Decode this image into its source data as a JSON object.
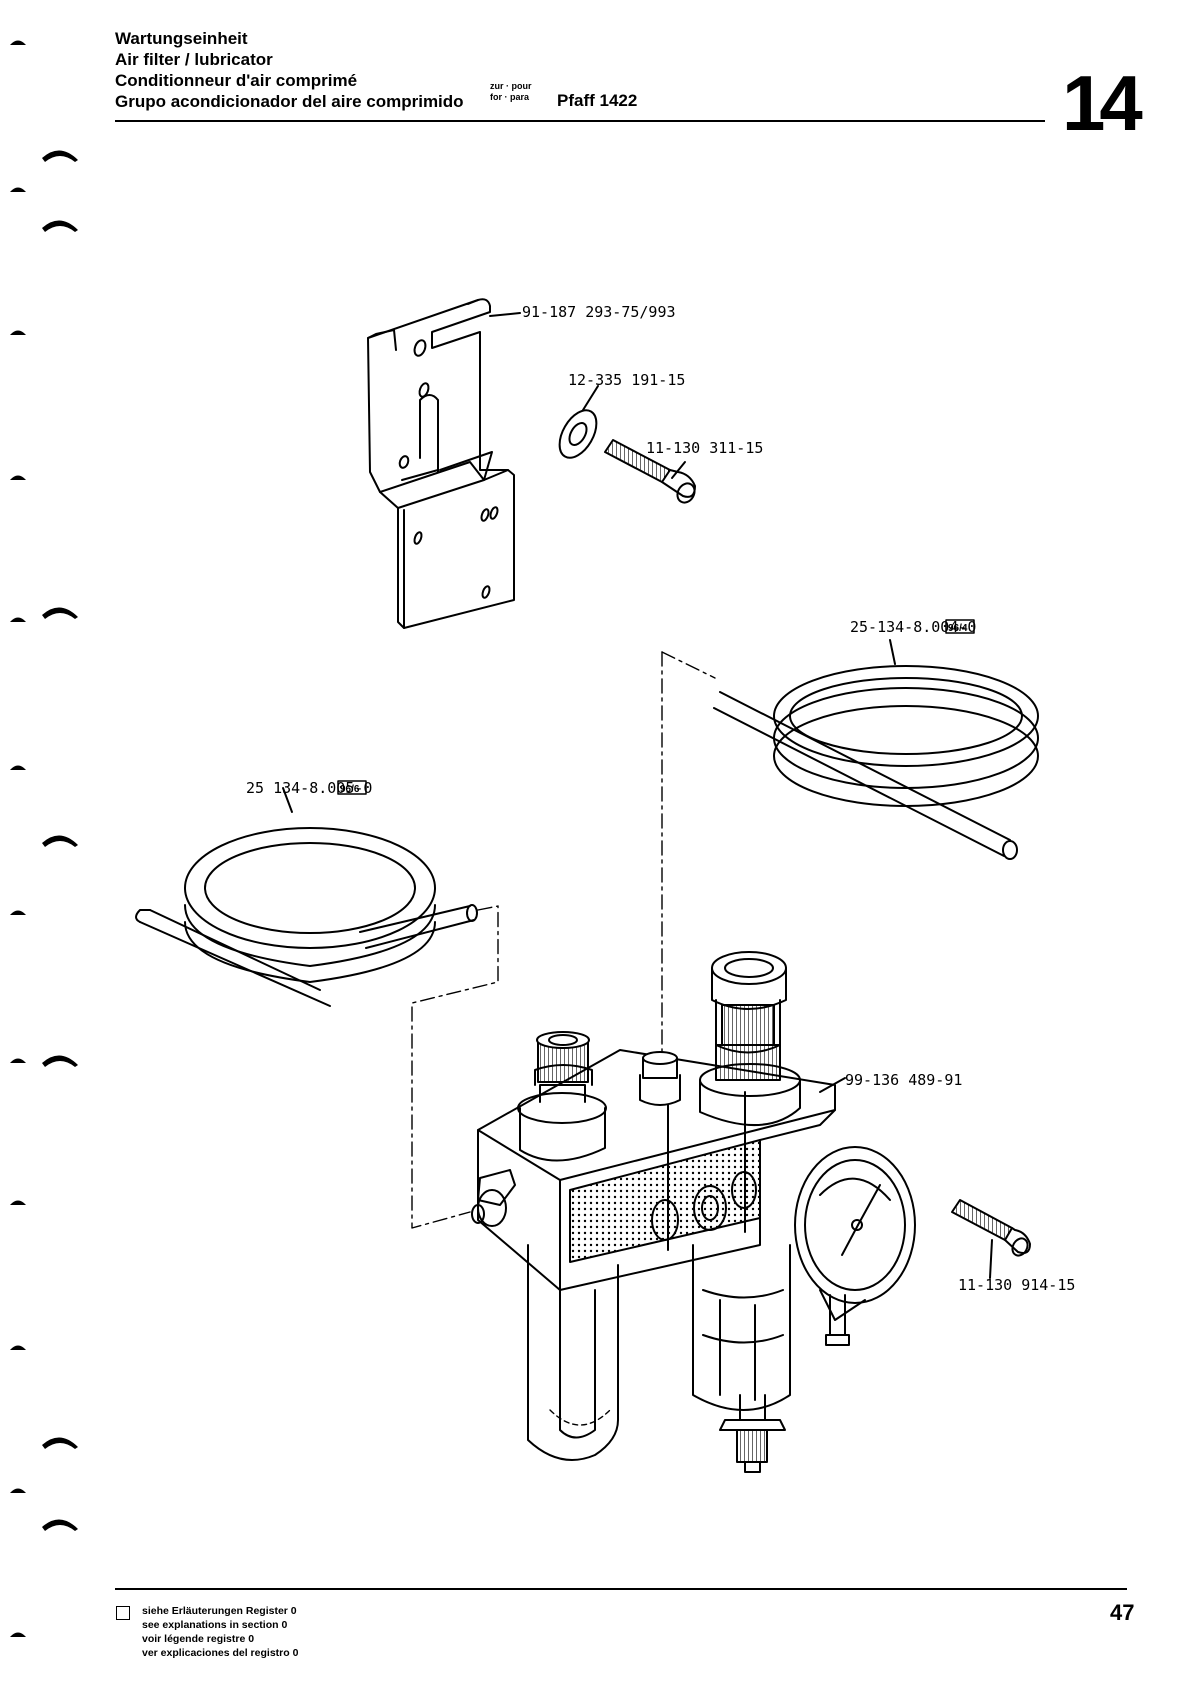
{
  "header": {
    "title_lines": [
      "Wartungseinheit",
      "Air filter / lubricator",
      "Conditionneur d'air comprimé",
      "Grupo acondicionador del aire comprimido"
    ],
    "zur_pour": "zur · pour",
    "for_para": "for · para",
    "model": "Pfaff 1422",
    "section_number": "14"
  },
  "parts": {
    "bracket": "91-187 293-75/993",
    "washer": "12-335 191-15",
    "screw_top": "11-130 311-15",
    "hose_right": "25-134-8.004-0",
    "hose_right_ref": "96/4",
    "hose_left": "25 134-8.005-0",
    "hose_left_ref": "96/6",
    "unit": "99-136 489-91",
    "screw_gauge": "11-130 914-15"
  },
  "footer": {
    "legend_lines": [
      "siehe Erläuterungen Register 0",
      "see explanations in section 0",
      "voir légende registre 0",
      "ver explicaciones del registro 0"
    ],
    "page_number": "47"
  }
}
